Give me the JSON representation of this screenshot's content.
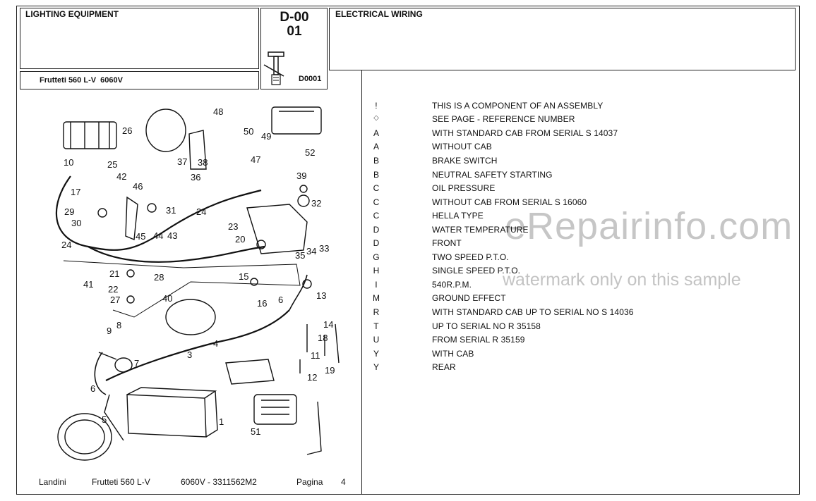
{
  "header": {
    "section_title": "LIGHTING EQUIPMENT",
    "code_line1": "D-00",
    "code_line2": "01",
    "figure_code": "D0001",
    "group_title": "ELECTRICAL WIRING",
    "model": "Frutteti 560 L-V  6060V"
  },
  "diagram": {
    "callouts": [
      "1",
      "3",
      "4",
      "5",
      "6",
      "6",
      "7",
      "8",
      "9",
      "10",
      "11",
      "12",
      "13",
      "14",
      "15",
      "16",
      "17",
      "18",
      "19",
      "20",
      "21",
      "22",
      "23",
      "24",
      "24",
      "25",
      "26",
      "27",
      "28",
      "29",
      "30",
      "31",
      "32",
      "33",
      "34",
      "35",
      "36",
      "37",
      "38",
      "39",
      "40",
      "41",
      "42",
      "43",
      "44",
      "45",
      "46",
      "47",
      "48",
      "49",
      "50",
      "51",
      "52"
    ]
  },
  "legend": [
    {
      "code": "!",
      "desc": "THIS IS A COMPONENT OF AN ASSEMBLY"
    },
    {
      "code": "◇",
      "desc": "SEE PAGE - REFERENCE NUMBER"
    },
    {
      "code": "A",
      "desc": "WITH STANDARD CAB FROM SERIAL S 14037"
    },
    {
      "code": "A",
      "desc": "WITHOUT CAB"
    },
    {
      "code": "B",
      "desc": "BRAKE SWITCH"
    },
    {
      "code": "B",
      "desc": "NEUTRAL SAFETY STARTING"
    },
    {
      "code": "C",
      "desc": "OIL PRESSURE"
    },
    {
      "code": "C",
      "desc": "WITHOUT CAB FROM SERIAL S 16060"
    },
    {
      "code": "C",
      "desc": "HELLA TYPE"
    },
    {
      "code": "D",
      "desc": "WATER TEMPERATURE"
    },
    {
      "code": "D",
      "desc": "FRONT"
    },
    {
      "code": "G",
      "desc": "TWO SPEED P.T.O."
    },
    {
      "code": "H",
      "desc": "SINGLE SPEED P.T.O."
    },
    {
      "code": "I",
      "desc": "540R.P.M."
    },
    {
      "code": "M",
      "desc": "GROUND EFFECT"
    },
    {
      "code": "R",
      "desc": "WITH STANDARD CAB UP TO SERIAL NO S 14036"
    },
    {
      "code": "T",
      "desc": "UP TO SERIAL NO R 35158"
    },
    {
      "code": "U",
      "desc": "FROM SERIAL R 35159"
    },
    {
      "code": "Y",
      "desc": "WITH CAB"
    },
    {
      "code": "Y",
      "desc": "REAR"
    }
  ],
  "footer": {
    "brand": "Landini",
    "model": "Frutteti 560 L-V",
    "part": "6060V - 3311562M2",
    "page_label": "Pagina",
    "page_number": "4"
  },
  "watermark": {
    "site": "eRepairinfo.com",
    "note": "watermark only on this sample"
  }
}
